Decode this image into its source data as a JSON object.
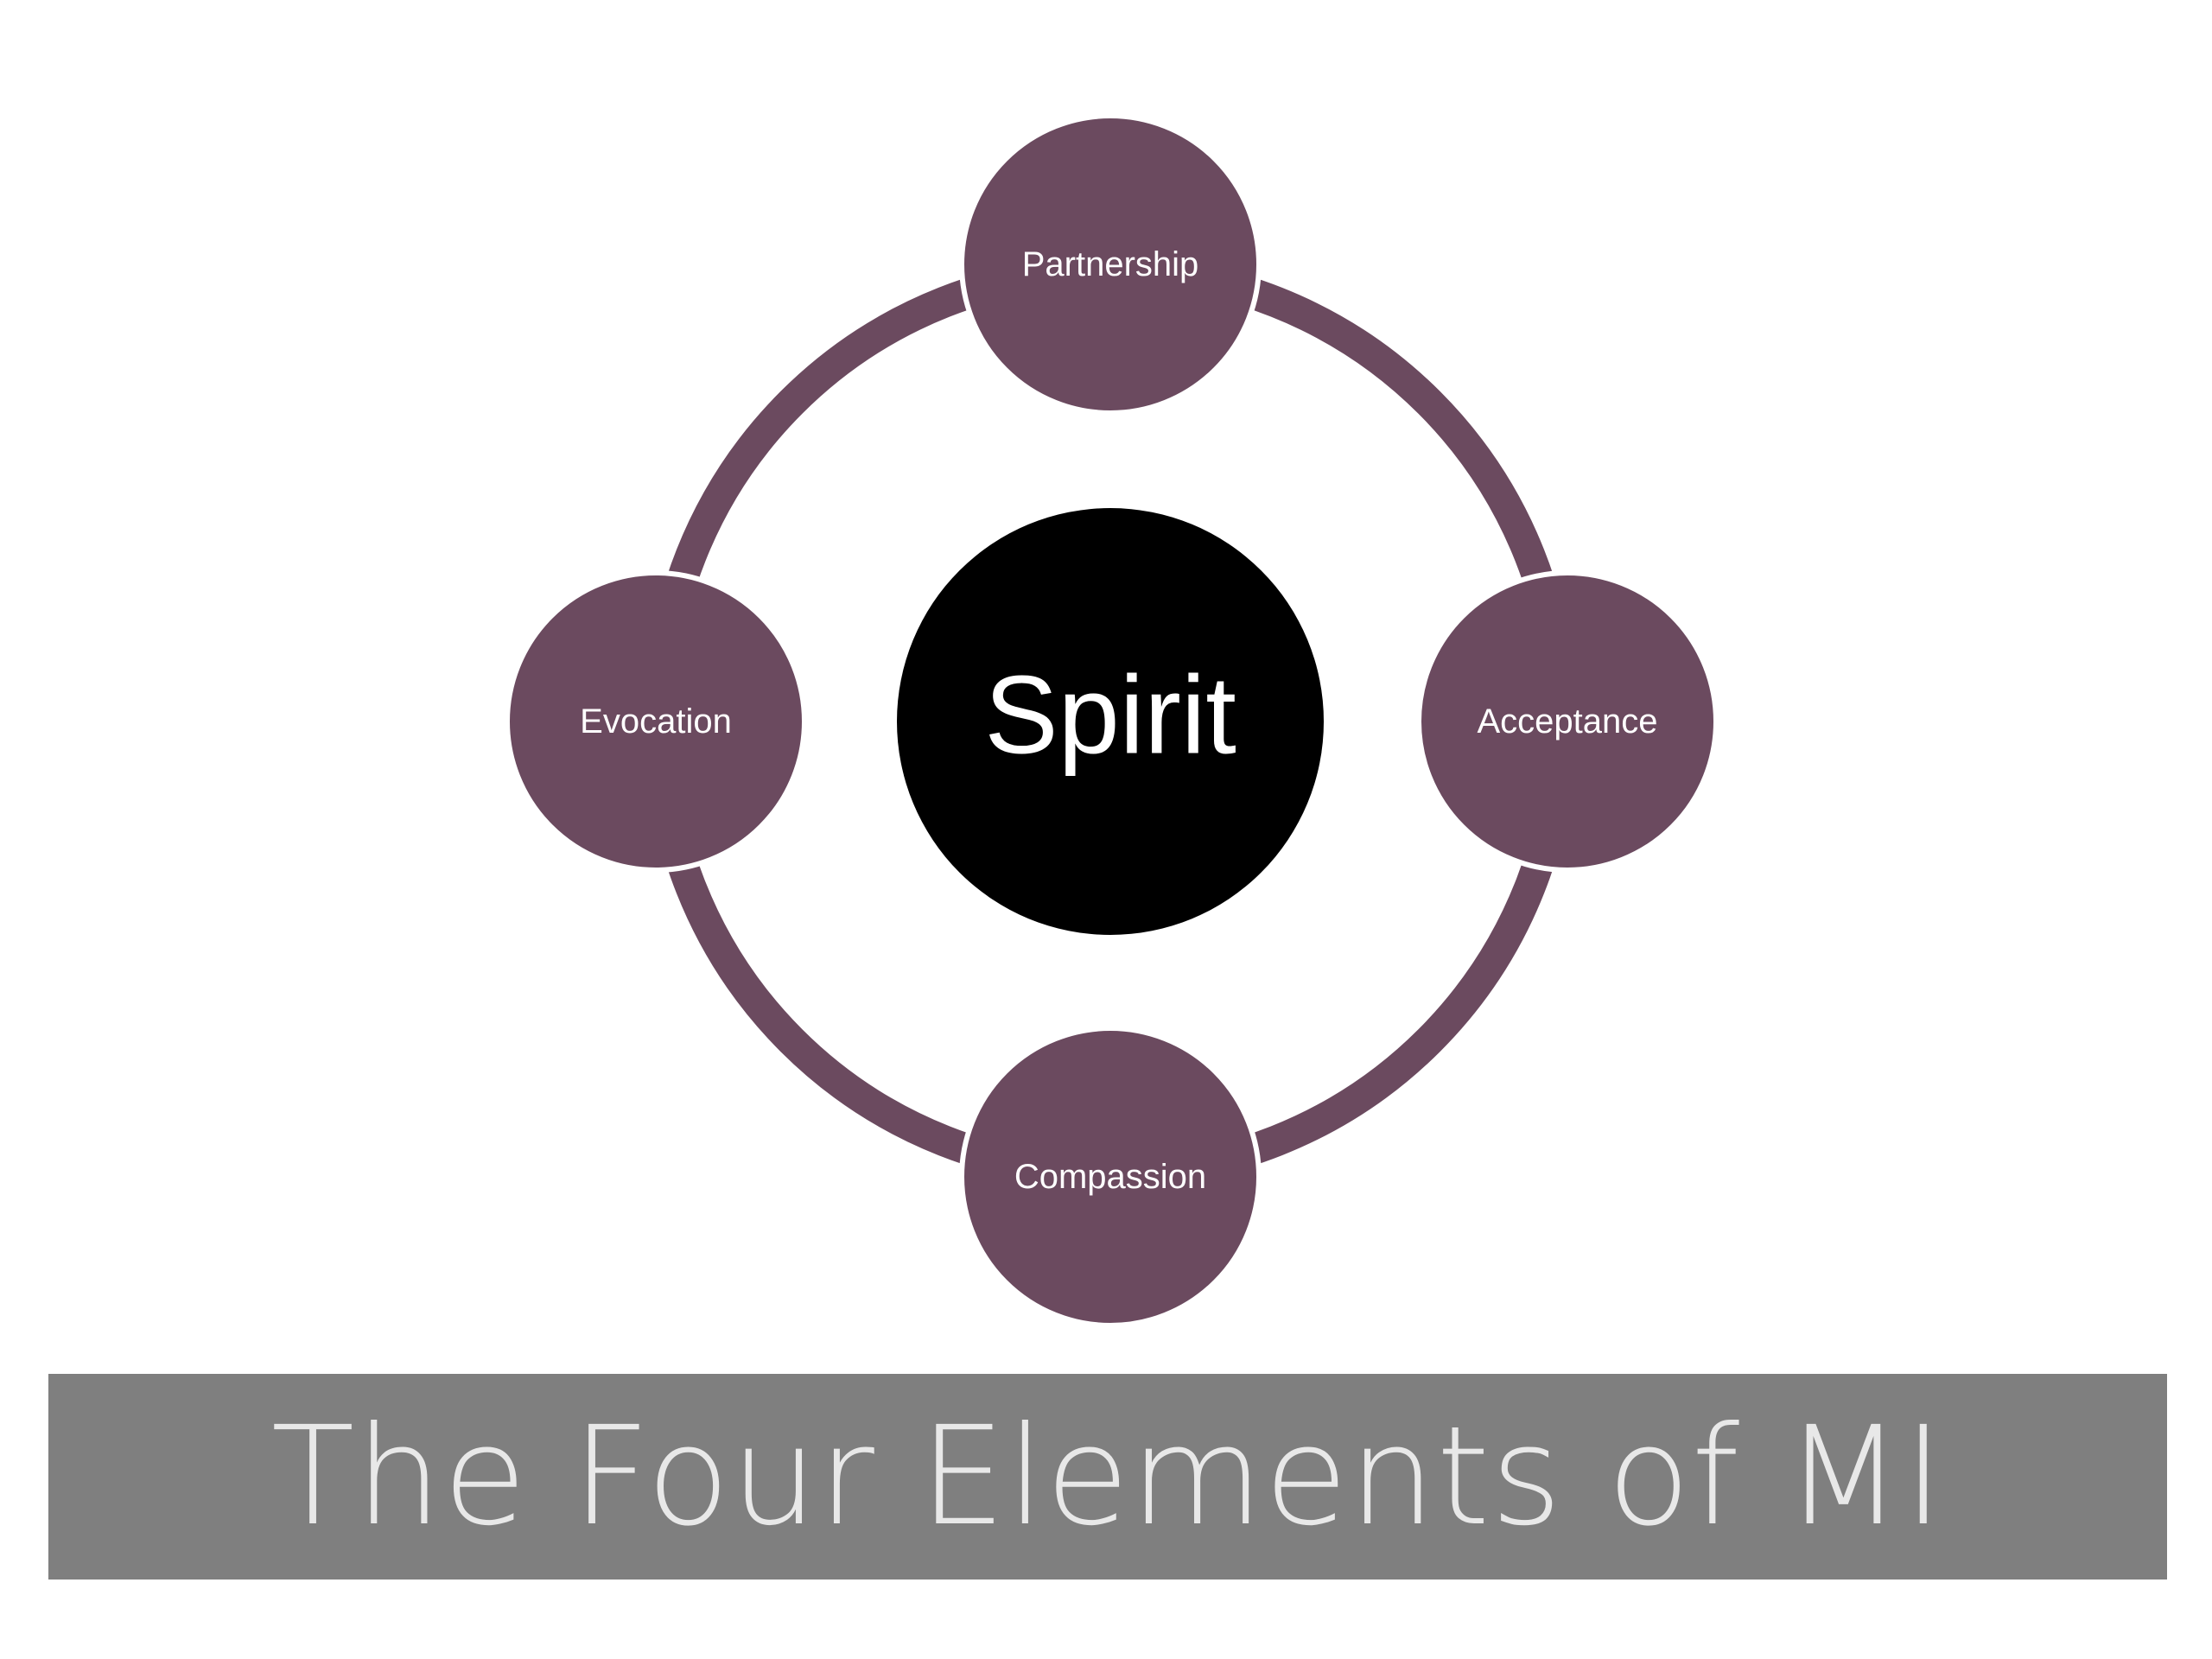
{
  "diagram": {
    "center": {
      "label": "Spirit"
    },
    "elements": [
      {
        "label": "Partnership"
      },
      {
        "label": "Acceptance"
      },
      {
        "label": "Compassion"
      },
      {
        "label": "Evocation"
      }
    ]
  },
  "title": "The Four Elements of MI",
  "colors": {
    "element_fill": "#6b4a5f",
    "center_fill": "#000000",
    "ring": "#6b4a5f",
    "title_band": "#7f7f7f",
    "title_text": "#e8e8e8",
    "label_text": "#ffffff"
  }
}
